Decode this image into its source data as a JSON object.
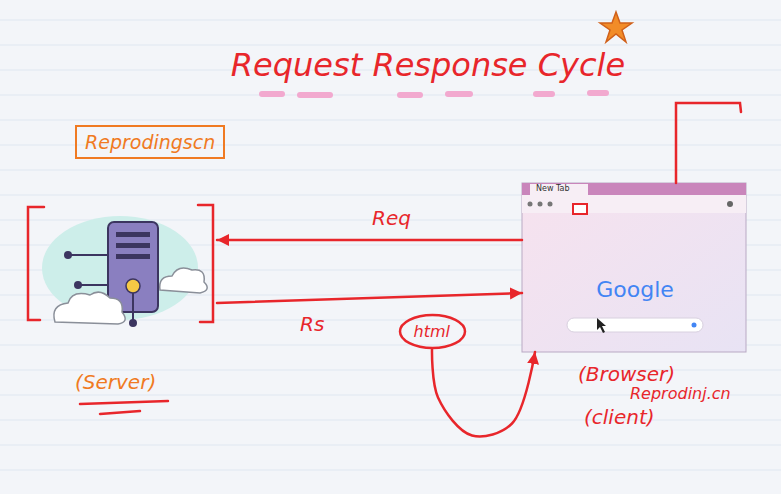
{
  "diagram": {
    "title": "Request Response Cycle",
    "nodes": [
      {
        "text": [
          "Reprodingscn"
        ]
      },
      {
        "text": [
          "(Server)"
        ]
      },
      {
        "text": [
          "(Browser)",
          "(client)"
        ]
      },
      {
        "text": [
          "Reprodinj.cn"
        ],
        "in": 2
      },
      {
        "text": [
          "html"
        ]
      }
    ],
    "edges": [
      {
        "from": 2,
        "to": 1,
        "arrow": "to",
        "label": "Req"
      },
      {
        "from": 1,
        "to": 2,
        "arrow": "to",
        "label": "Rs"
      },
      {
        "from": 4,
        "to": 2,
        "arrow": "to"
      }
    ],
    "labels": [
      "Google",
      "New Tab"
    ]
  }
}
